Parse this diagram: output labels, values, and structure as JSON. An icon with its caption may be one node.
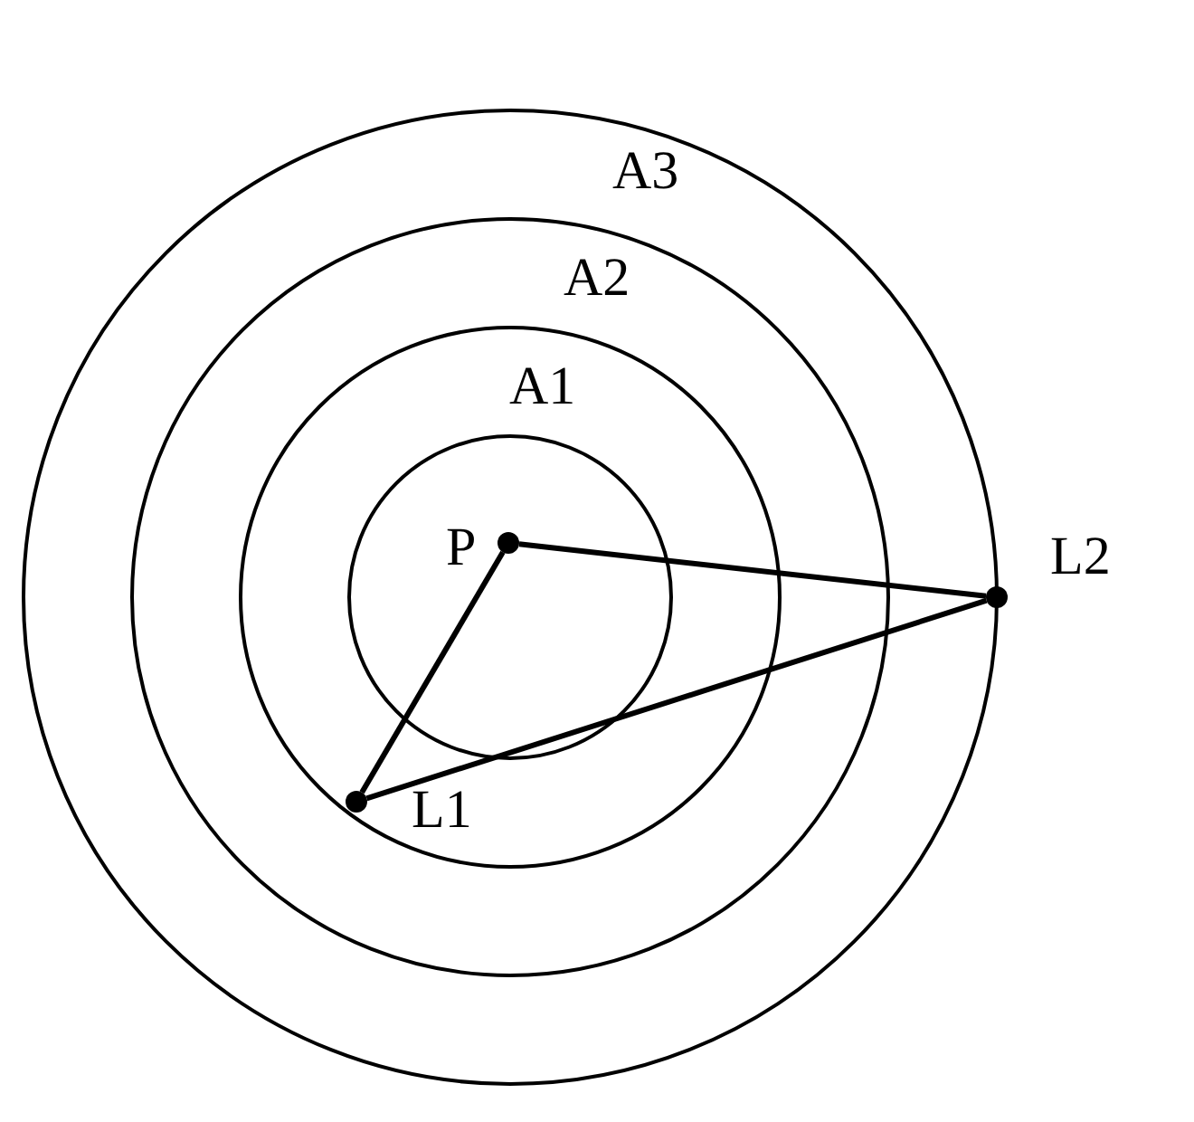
{
  "diagram": {
    "nodes": [
      {
        "text": [
          "A3"
        ]
      },
      {
        "text": [
          "A2"
        ],
        "in": 0
      },
      {
        "text": [
          "A1"
        ],
        "in": 1
      },
      {
        "text": [],
        "shape": "circle",
        "in": 2
      },
      {
        "text": [
          "P"
        ],
        "in": 3
      },
      {
        "text": [
          "L1"
        ],
        "in": 2
      },
      {
        "text": [
          "L2"
        ]
      }
    ],
    "edges": [
      {
        "from": 4,
        "to": 6,
        "arrow": "none"
      },
      {
        "from": 4,
        "to": 5,
        "arrow": "none"
      },
      {
        "from": 5,
        "to": 6,
        "arrow": "none"
      }
    ]
  }
}
